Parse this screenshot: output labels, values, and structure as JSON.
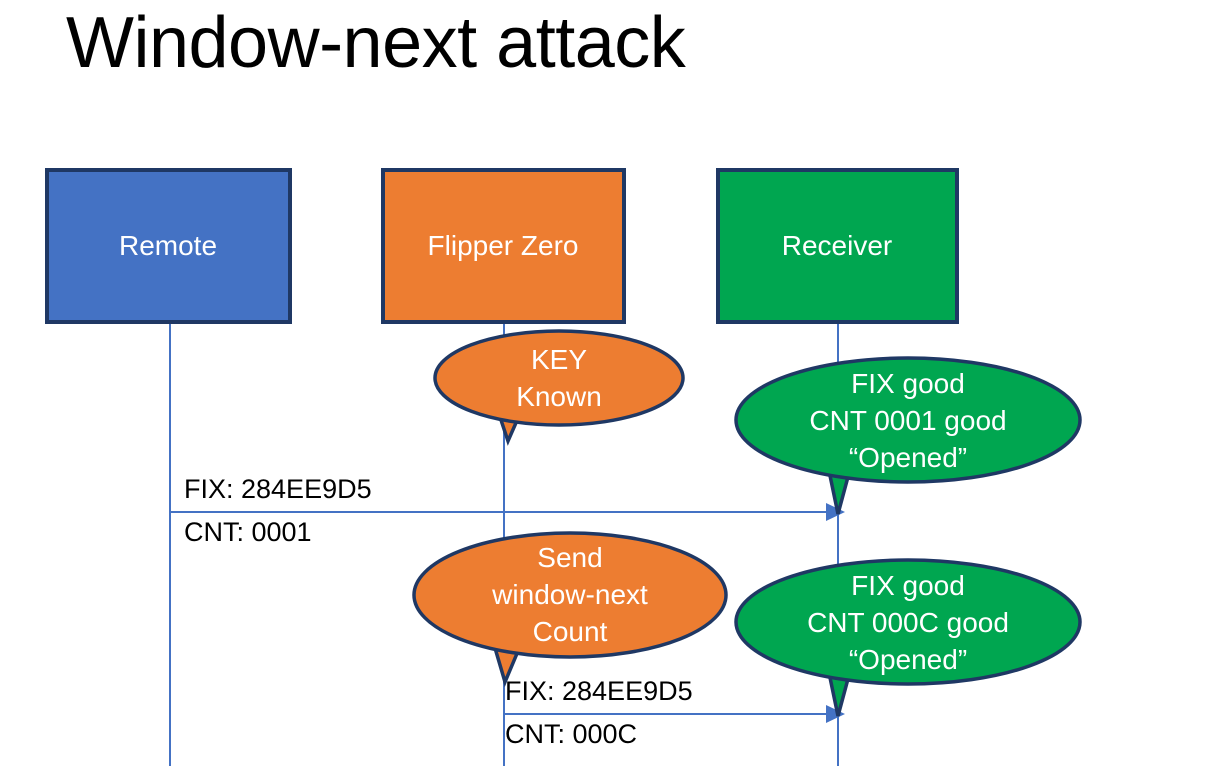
{
  "slide": {
    "title": "Window-next attack",
    "background": "#ffffff"
  },
  "colors": {
    "remote_fill": "#4472C4",
    "flipper_fill": "#ED7D31",
    "receiver_fill": "#00A650",
    "box_stroke": "#1F3864",
    "lifeline": "#4472C4",
    "arrow": "#4472C4",
    "label_text": "#000000",
    "box_text": "#ffffff"
  },
  "actors": [
    {
      "id": "remote",
      "label": "Remote",
      "fill_key": "remote_fill"
    },
    {
      "id": "flipper",
      "label": "Flipper Zero",
      "fill_key": "flipper_fill"
    },
    {
      "id": "receiver",
      "label": "Receiver",
      "fill_key": "receiver_fill"
    }
  ],
  "callouts": [
    {
      "id": "key-known",
      "owner": "flipper",
      "color": "flipper_fill",
      "lines": [
        "KEY",
        "Known"
      ]
    },
    {
      "id": "receiver-ok-0001",
      "owner": "receiver",
      "color": "receiver_fill",
      "lines": [
        "FIX good",
        "CNT 0001 good",
        "“Opened”"
      ]
    },
    {
      "id": "send-window-next",
      "owner": "flipper",
      "color": "flipper_fill",
      "lines": [
        "Send",
        "window-next",
        "Count"
      ]
    },
    {
      "id": "receiver-ok-000c",
      "owner": "receiver",
      "color": "receiver_fill",
      "lines": [
        "FIX good",
        "CNT 000C good",
        "“Opened”"
      ]
    }
  ],
  "messages": [
    {
      "id": "msg-remote-to-receiver",
      "from": "remote",
      "to": "receiver",
      "fix_label": "FIX: 284EE9D5",
      "cnt_label": "CNT: 0001"
    },
    {
      "id": "msg-flipper-to-receiver",
      "from": "flipper",
      "to": "receiver",
      "fix_label": "FIX: 284EE9D5",
      "cnt_label": "CNT: 000C"
    }
  ]
}
